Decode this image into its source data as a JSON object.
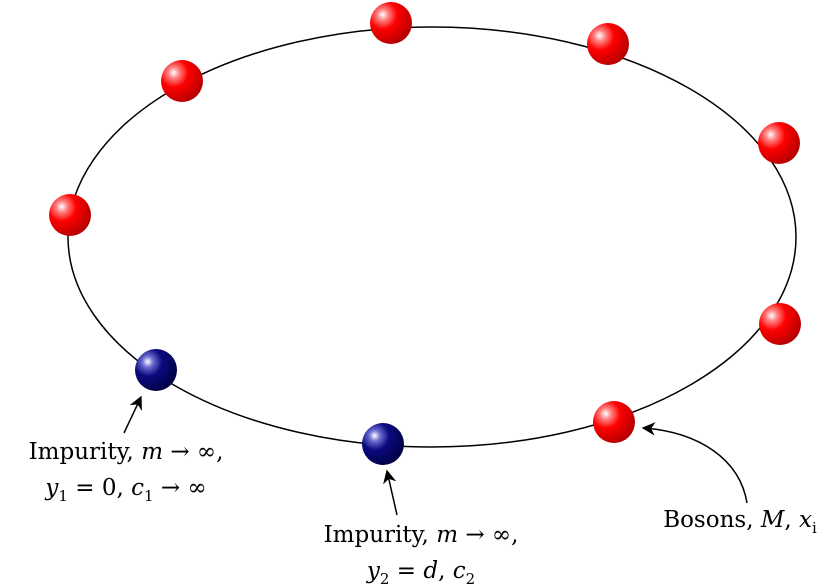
{
  "colors": {
    "boson": "#ff0000",
    "boson_dark": "#b00000",
    "impurity": "#0a0a80",
    "impurity_dark": "#000040",
    "ring": "#000000",
    "background": "#ffffff"
  },
  "labels": {
    "impurity1": {
      "line1": {
        "word": "Impurity,",
        "m": "m",
        "arrow": "→",
        "inf": "∞,"
      },
      "line2": {
        "y": "y",
        "y_sub": "1",
        "eq": "= 0,",
        "c": "c",
        "c_sub": "1",
        "arrow": "→",
        "inf": "∞"
      }
    },
    "impurity2": {
      "line1": {
        "word": "Impurity,",
        "m": "m",
        "arrow": "→",
        "inf": "∞,"
      },
      "line2": {
        "y": "y",
        "y_sub": "2",
        "eq": "=",
        "d": "d",
        "comma": ",",
        "c": "c",
        "c_sub": "2"
      }
    },
    "bosons": {
      "word": "Bosons,",
      "M": "M",
      "comma": ",",
      "x": "x",
      "x_sub": "i"
    }
  }
}
